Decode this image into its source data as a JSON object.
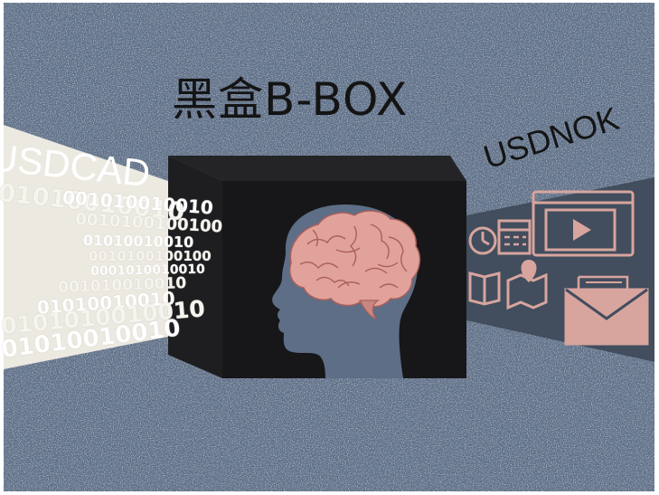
{
  "title": "黑盒B-BOX",
  "pairs": {
    "left": "USDCAD",
    "right": "USDNOK"
  },
  "binary_rows": [
    "01010010010",
    "001010010010",
    "0010100100100",
    "01010010010",
    "0010100100100",
    "0001010010010",
    "001010010010",
    "01010010010",
    "0101010010010",
    "01010010010"
  ],
  "icons": [
    "brain-icon",
    "head-silhouette",
    "clock-icon",
    "calendar-icon",
    "video-player-icon",
    "play-icon",
    "book-icon",
    "map-icon",
    "location-pin-icon",
    "envelope-icon",
    "browser-window-icon"
  ],
  "colors": {
    "background": "#5d6e86",
    "box_front": "#1c1c1e",
    "box_side": "#262628",
    "brain": "#e2a29c",
    "icons": "#d7a59e",
    "left_beam": "#ece9e1",
    "title": "#141414"
  }
}
